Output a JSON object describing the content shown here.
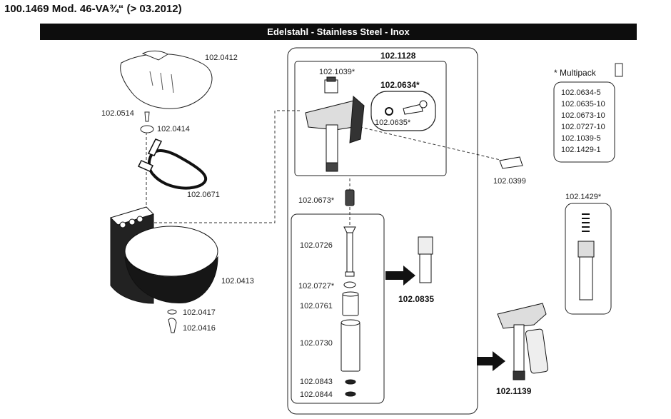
{
  "header": {
    "title": "100.1469 Mod. 46-VA¾“ (> 03.2012)",
    "banner": "Edelstahl - Stainless Steel - Inox"
  },
  "parts": {
    "p0412": "102.0412",
    "p0514": "102.0514",
    "p0414": "102.0414",
    "p0671": "102.0671",
    "p0413": "102.0413",
    "p0417": "102.0417",
    "p0416": "102.0416",
    "p1128": "102.1128",
    "p1039": "102.1039*",
    "p0634": "102.0634*",
    "p0635": "102.0635*",
    "p0399": "102.0399",
    "p0673": "102.0673*",
    "p0726": "102.0726",
    "p0727": "102.0727*",
    "p0761": "102.0761",
    "p0730": "102.0730",
    "p0843": "102.0843",
    "p0844": "102.0844",
    "p0835": "102.0835",
    "p1139": "102.1139",
    "p1429": "102.1429*"
  },
  "multipack": {
    "title": "* Multipack",
    "items": [
      "102.0634-5",
      "102.0635-10",
      "102.0673-10",
      "102.0727-10",
      "102.1039-5",
      "102.1429-1"
    ]
  }
}
